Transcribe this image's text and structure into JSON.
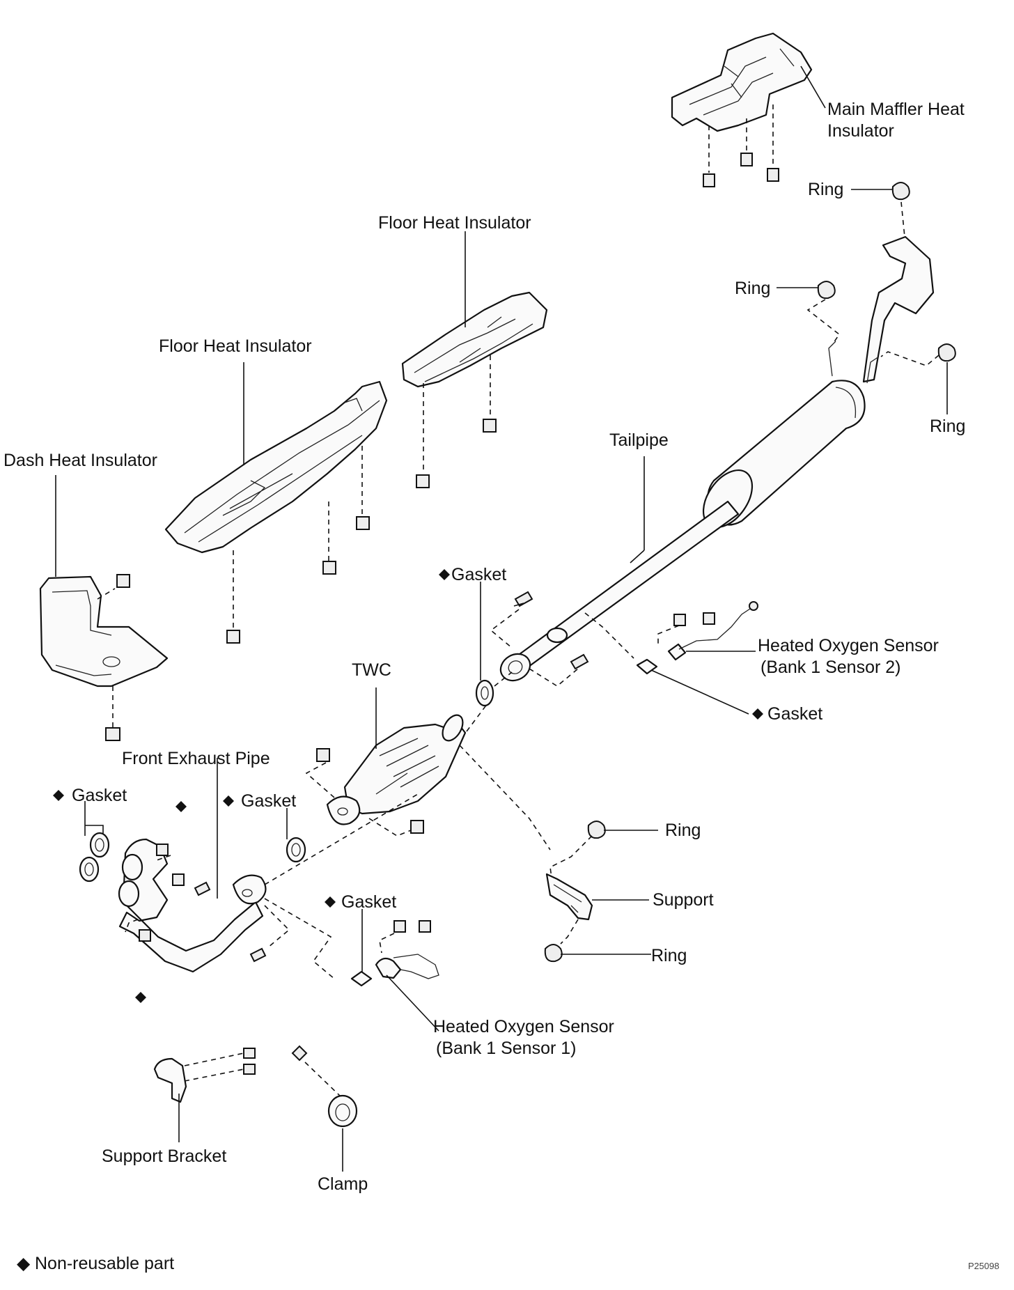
{
  "labels": {
    "main_muffler_heat_insulator_1": "Main Maffler Heat",
    "main_muffler_heat_insulator_2": "Insulator",
    "ring_top": "Ring",
    "ring_mid_left": "Ring",
    "ring_right": "Ring",
    "floor_heat_insulator_upper": "Floor Heat Insulator",
    "floor_heat_insulator_lower": "Floor Heat Insulator",
    "dash_heat_insulator": "Dash Heat Insulator",
    "tailpipe": "Tailpipe",
    "gasket_tailpipe": "Gasket",
    "heated_oxygen_sensor_2_line1": "Heated Oxygen Sensor",
    "heated_oxygen_sensor_2_line2": "(Bank 1 Sensor 2)",
    "gasket_sensor2": "Gasket",
    "twc": "TWC",
    "front_exhaust_pipe": "Front Exhaust Pipe",
    "gasket_left": "Gasket",
    "gasket_center": "Gasket",
    "ring_support_upper": "Ring",
    "support": "Support",
    "ring_support_lower": "Ring",
    "gasket_sensor1": "Gasket",
    "heated_oxygen_sensor_1_line1": "Heated Oxygen Sensor",
    "heated_oxygen_sensor_1_line2": "(Bank 1 Sensor 1)",
    "support_bracket": "Support Bracket",
    "clamp": "Clamp"
  },
  "legend": {
    "symbol": "◆",
    "text": "Non-reusable part"
  },
  "figure_code": "P25098"
}
